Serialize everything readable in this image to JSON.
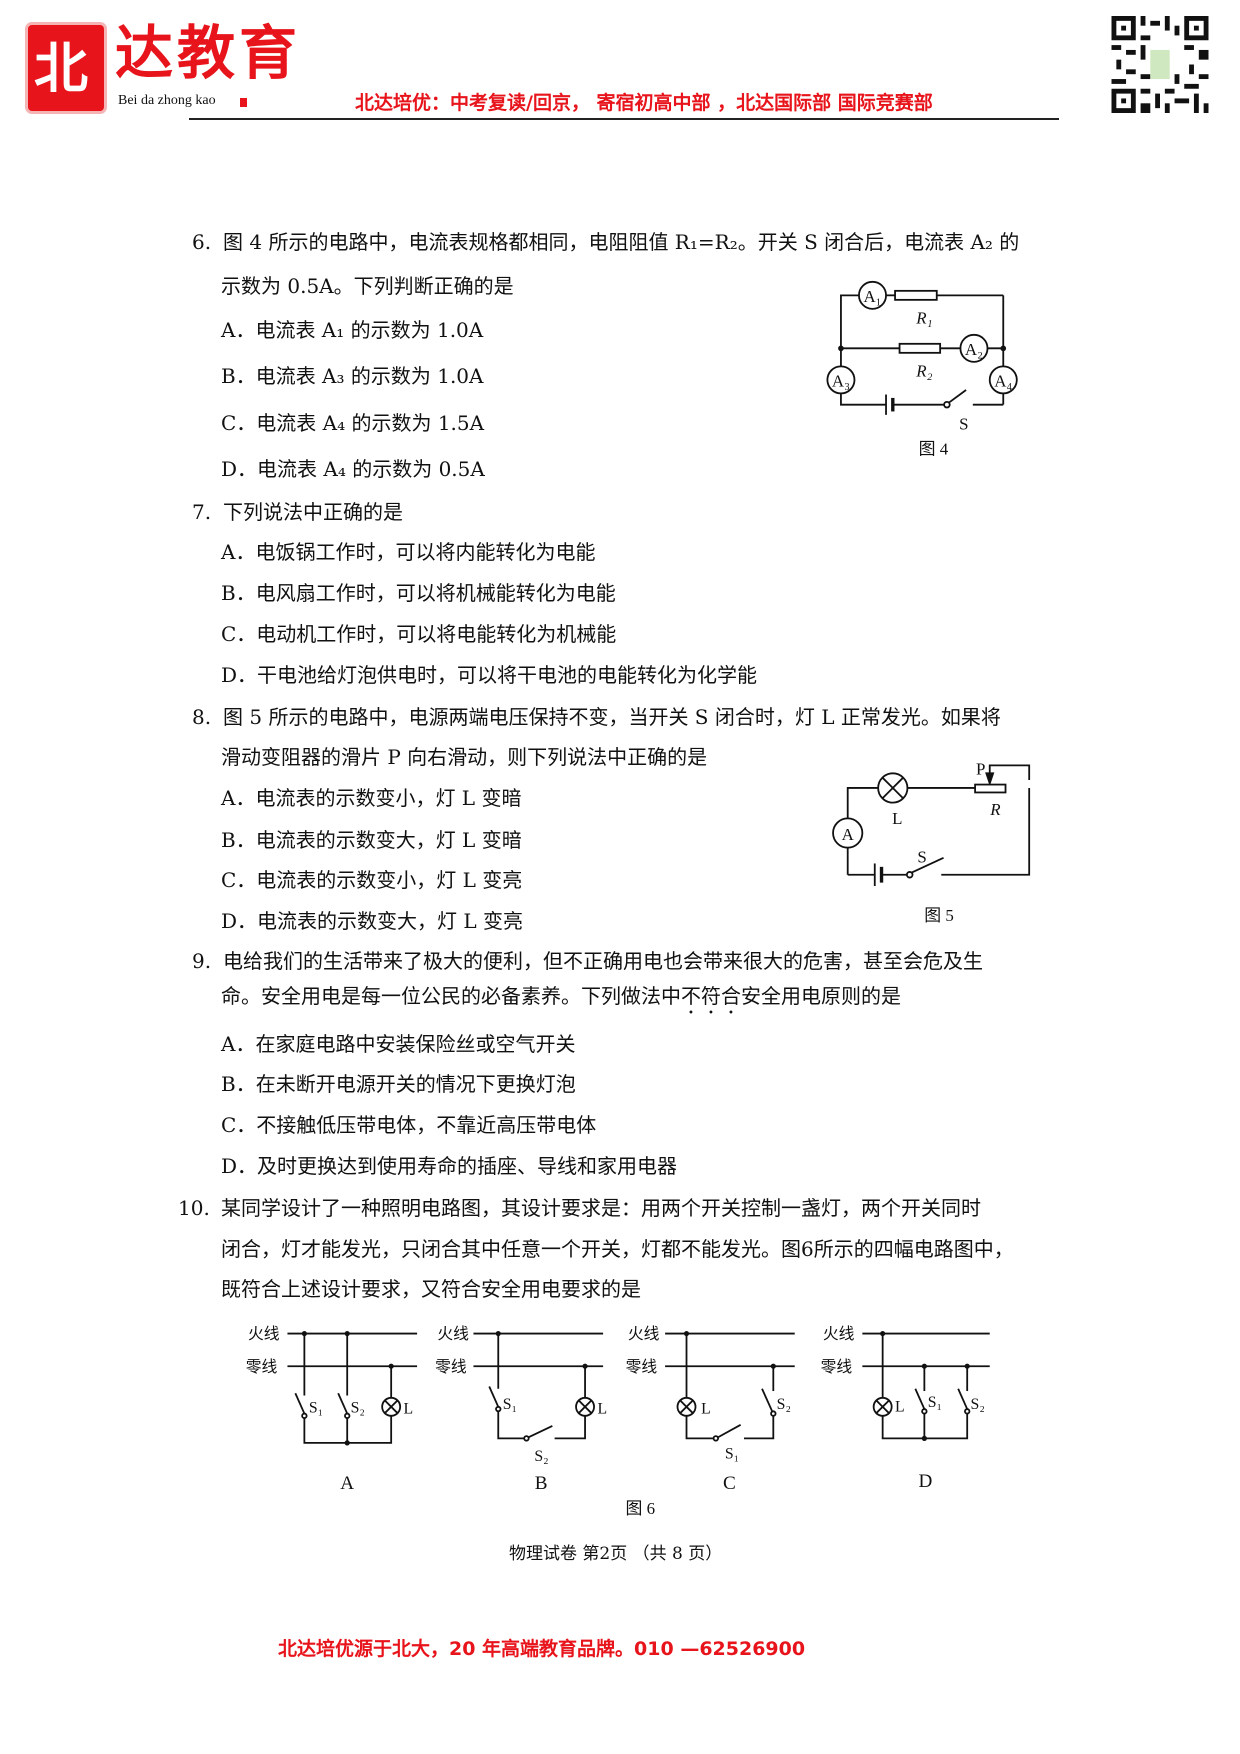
{
  "header": {
    "logo_char": "北",
    "logo_text": "达教育",
    "logo_sub": "Bei da zhong kao",
    "slogan": "北达培优：中考复读/回京，  寄宿初高中部 ，北达国际部  国际竞赛部"
  },
  "questions": {
    "q6": {
      "num": "6.",
      "line1": "图 4 所示的电路中，电流表规格都相同，电阻阻值 R₁=R₂。开关 S 闭合后，电流表 A₂ 的",
      "line2": "示数为 0.5A。下列判断正确的是",
      "options": [
        "A．电流表 A₁ 的示数为 1.0A",
        "B．电流表 A₃ 的示数为 1.0A",
        "C．电流表 A₄ 的示数为 1.5A",
        "D．电流表 A₄ 的示数为 0.5A"
      ]
    },
    "q7": {
      "num": "7.",
      "line1": "下列说法中正确的是",
      "options": [
        "A．电饭锅工作时，可以将内能转化为电能",
        "B．电风扇工作时，可以将机械能转化为电能",
        "C．电动机工作时，可以将电能转化为机械能",
        "D．干电池给灯泡供电时，可以将干电池的电能转化为化学能"
      ]
    },
    "q8": {
      "num": "8.",
      "line1": "图 5 所示的电路中，电源两端电压保持不变，当开关 S 闭合时，灯 L 正常发光。如果将",
      "line2": "滑动变阻器的滑片 P 向右滑动，则下列说法中正确的是",
      "options": [
        "A．电流表的示数变小，灯 L 变暗",
        "B．电流表的示数变大，灯 L 变暗",
        "C．电流表的示数变小，灯 L 变亮",
        "D．电流表的示数变大，灯 L 变亮"
      ]
    },
    "q9": {
      "num": "9.",
      "line1": "电给我们的生活带来了极大的便利，但不正确用电也会带来很大的危害，甚至会危及生",
      "line2_pre": "命。安全用电是每一位公民的必备素养。下列做法中",
      "line2_emph": "不符合",
      "line2_post": "安全用电原则的是",
      "options": [
        "A．在家庭电路中安装保险丝或空气开关",
        "B．在未断开电源开关的情况下更换灯泡",
        "C．不接触低压带电体，不靠近高压带电体",
        "D．及时更换达到使用寿命的插座、导线和家用电器"
      ]
    },
    "q10": {
      "num": "10.",
      "line1": "某同学设计了一种照明电路图，其设计要求是：用两个开关控制一盏灯，两个开关同时",
      "line2": "闭合，灯才能发光，只闭合其中任意一个开关，灯都不能发光。图6所示的四幅电路图中，",
      "line3": "既符合上述设计要求，又符合安全用电要求的是"
    }
  },
  "fig4": {
    "caption": "图 4",
    "A1": "A₁",
    "A2": "A₂",
    "A3": "A₃",
    "A4": "A₄",
    "R1": "R₁",
    "R2": "R₂",
    "S": "S"
  },
  "fig5": {
    "caption": "图 5",
    "A": "A",
    "L": "L",
    "P": "P",
    "R": "R",
    "S": "S"
  },
  "fig6": {
    "caption": "图 6",
    "live": "火线",
    "neutral": "零线",
    "S1": "S₁",
    "S2": "S₂",
    "L": "L",
    "panels": [
      "A",
      "B",
      "C",
      "D"
    ]
  },
  "footer": {
    "page": "物理试卷  第2页  （共 8 页）",
    "ad": "北达培优源于北大，20 年高端教育品牌。010 —62526900"
  }
}
